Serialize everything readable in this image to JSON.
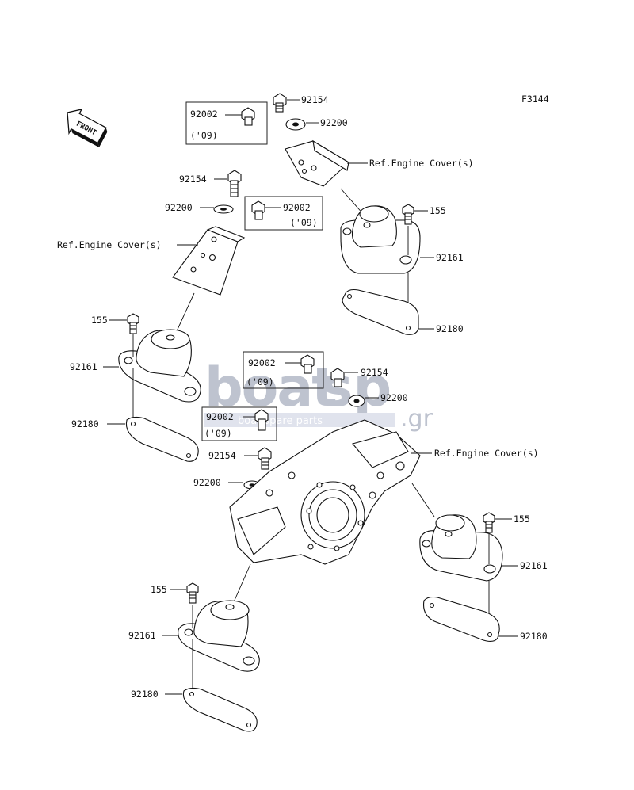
{
  "figure_code": "F3144",
  "front_label": "FRONT",
  "watermark": {
    "brand_main": "boat",
    "brand_tag": "boat spare parts",
    "brand_tld": ".gr"
  },
  "labels": {
    "p92154": "92154",
    "p92200": "92200",
    "p92002": "92002",
    "p155": "155",
    "p92161": "92161",
    "p92180": "92180",
    "ref_engine_cover": "Ref.Engine Cover(s)",
    "year_09": "('09)"
  },
  "colors": {
    "line": "#111111",
    "watermark": "#9aa3b5"
  }
}
